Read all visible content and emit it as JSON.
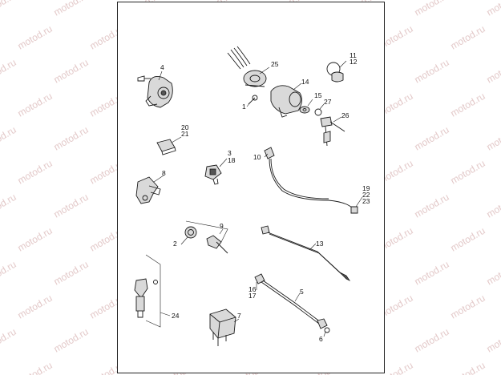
{
  "watermark": {
    "text": "motod.ru"
  },
  "callouts": {
    "c1": "1",
    "c2": "2",
    "c3": "3",
    "c4": "4",
    "c5": "5",
    "c6": "6",
    "c7": "7",
    "c8": "8",
    "c9": "9",
    "c10": "10",
    "c11": "11",
    "c12": "12",
    "c13": "13",
    "c14": "14",
    "c15": "15",
    "c16": "16",
    "c17": "17",
    "c18": "18",
    "c19": "19",
    "c20": "20",
    "c21": "21",
    "c22": "22",
    "c23": "23",
    "c24": "24",
    "c25": "25",
    "c26": "26",
    "c27": "27"
  }
}
